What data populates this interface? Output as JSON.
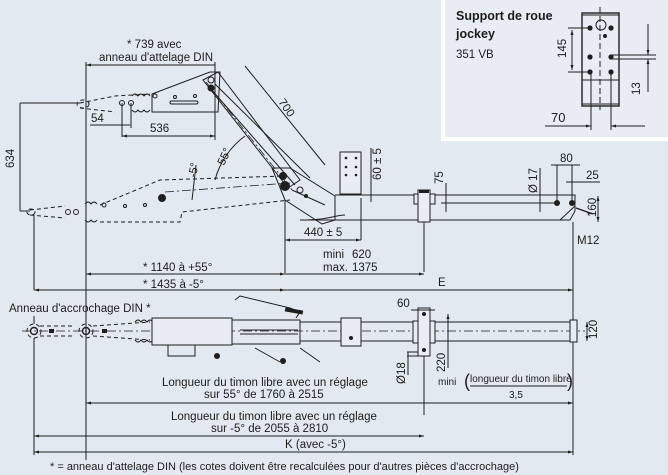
{
  "title": "Dimensions timon réglable en hauteur",
  "inset": {
    "title_line1": "Support de roue",
    "title_line2": "jockey",
    "model": "351 VB",
    "dim_145": "145",
    "dim_13": "13",
    "dim_70": "70"
  },
  "side_view": {
    "note_739_line1": "* 739 avec",
    "note_739_line2": "anneau d'attelage DIN",
    "dim_54": "54",
    "dim_536": "536",
    "dim_700": "700",
    "dim_634": "634",
    "angle_55": "55°",
    "angle_minus5": "-5°",
    "dim_60pm5": "60 ± 5",
    "dim_75": "75",
    "dim_d17": "Ø 17",
    "dim_80": "80",
    "dim_25": "25",
    "dim_160": "160",
    "thread_m12": "M12",
    "dim_440pm5": "440 ± 5",
    "mini_label": "mini",
    "mini_value": "620",
    "max_label": "max.",
    "max_value": "1375",
    "dim_1140": "* 1140 à +55°",
    "dim_1435": "* 1435 à -5°",
    "dim_E": "E"
  },
  "top_view": {
    "ring_label": "Anneau d'accrochage DIN *",
    "dim_60": "60",
    "dim_120": "120",
    "dim_d18": "Ø18",
    "dim_220": "220",
    "formula_mini": "mini",
    "formula_numerator": "longueur du timon libre",
    "formula_denominator": "3,5",
    "length_55_line1": "Longueur du timon libre avec un réglage",
    "length_55_line2": "sur 55° de 1760 à 2515",
    "length_m5_line1": "Longueur du timon libre avec un réglage",
    "length_m5_line2": "sur -5° de 2055 à 2810",
    "dim_K": "K (avec -5°)"
  },
  "footnote": "* = anneau d'attelage DIN (les cotes doivent être recalculées pour d'autres pièces d'accrochage)"
}
